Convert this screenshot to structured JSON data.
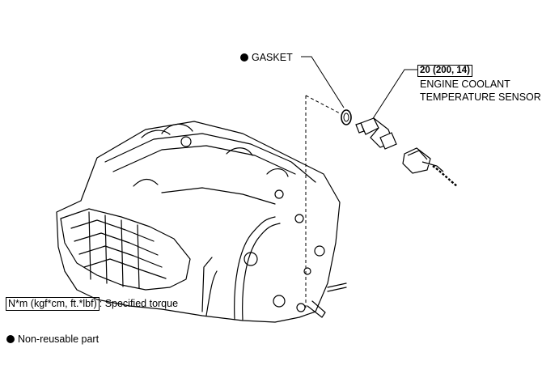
{
  "callouts": {
    "gasket": "GASKET",
    "torque_value": "20 (200, 14)",
    "sensor_line1": "ENGINE COOLANT",
    "sensor_line2": "TEMPERATURE SENSOR"
  },
  "legend": {
    "torque_unit": "N*m (kgf*cm, ft.*lbf)",
    "torque_desc": ": Specified torque",
    "nonreusable": "Non-reusable part"
  }
}
